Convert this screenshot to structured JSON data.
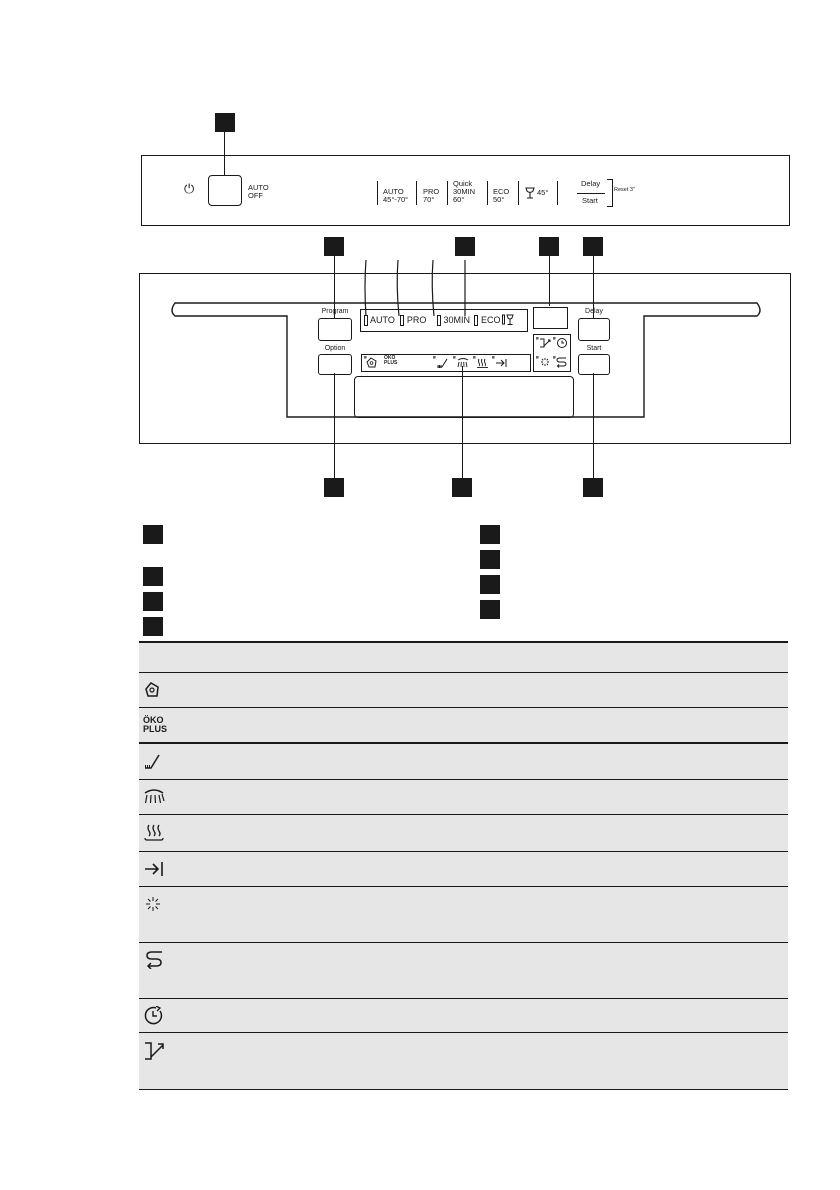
{
  "panel1": {
    "power_symbol": "⏻",
    "auto_off": [
      "AUTO",
      "OFF"
    ],
    "programs": [
      {
        "line1": "AUTO",
        "line2": "45°-70°"
      },
      {
        "line1": "PRO",
        "line2": "70°"
      },
      {
        "line1": "Quick",
        "line2": "30MIN",
        "line3": "60°"
      },
      {
        "line1": "ECO",
        "line2": "50°"
      },
      {
        "line1": "45°"
      }
    ],
    "delay": "Delay",
    "start": "Start",
    "reset": "Reset",
    "reset_suffix": "3\""
  },
  "panel2": {
    "program_button": "Program",
    "option_button": "Option",
    "delay_button": "Delay",
    "start_button": "Start",
    "display_programs": [
      "AUTO",
      "PRO",
      "30MIN",
      "ECO"
    ],
    "oko_plus": [
      "ÖKO",
      "PLUS"
    ]
  },
  "symbol_table": {
    "rows": [
      {
        "icon": "tablet-icon",
        "text": ""
      },
      {
        "icon": "oko-plus-icon",
        "text": "ÖKO\nPLUS"
      },
      {
        "icon": "washing-brush-icon",
        "text": ""
      },
      {
        "icon": "rinse-spray-icon",
        "text": ""
      },
      {
        "icon": "drying-heat-icon",
        "text": ""
      },
      {
        "icon": "end-arrow-icon",
        "text": ""
      },
      {
        "icon": "sun-sparkle-icon",
        "text": ""
      },
      {
        "icon": "rinse-aid-cycle-icon",
        "text": ""
      },
      {
        "icon": "delay-clock-icon",
        "text": ""
      },
      {
        "icon": "rinse-aid-dispenser-icon",
        "text": ""
      }
    ]
  }
}
